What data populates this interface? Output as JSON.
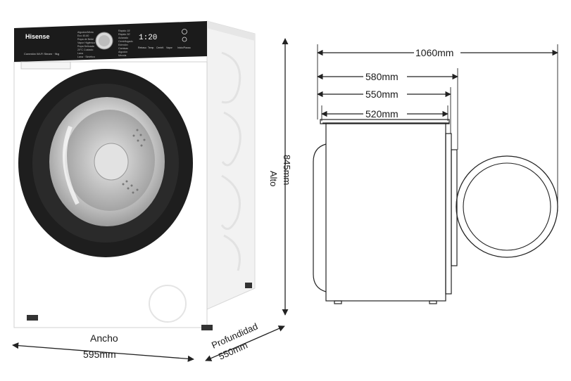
{
  "brand": "Hisense",
  "display_time": "1:20",
  "panel": {
    "left_programs": [
      "Algodón/Mixto",
      "Eco 40-60",
      "Ropa de Bebé",
      "Vapor Higiénico",
      "Ropa Delicada",
      "20°C Cuidado",
      "Lana",
      "Lana · Sintético"
    ],
    "right_programs": [
      "Rápido 15'",
      "Rápido 30'",
      "Aclarado",
      "Centrifugado",
      "Edredón",
      "Camisas",
      "Algodón",
      "Mezcla"
    ],
    "buttons": [
      "Retraso",
      "Temp.",
      "Centrif.",
      "Vapor",
      "Inicio/Pausa"
    ],
    "badges": "Conexión Wi-Fi   Steam · 9kg"
  },
  "dimensions": {
    "width": {
      "label": "Ancho",
      "value": "595mm"
    },
    "depth": {
      "label": "Profundidad",
      "value": "550mm"
    },
    "height": {
      "label": "Alto",
      "value": "845mm"
    },
    "door_open_depth": "1060mm",
    "depth_580": "580mm",
    "depth_550": "550mm",
    "depth_520": "520mm"
  },
  "colors": {
    "body": "#ffffff",
    "panel": "#1b1b1b",
    "door_ring": "#202020",
    "line": "#222222"
  }
}
